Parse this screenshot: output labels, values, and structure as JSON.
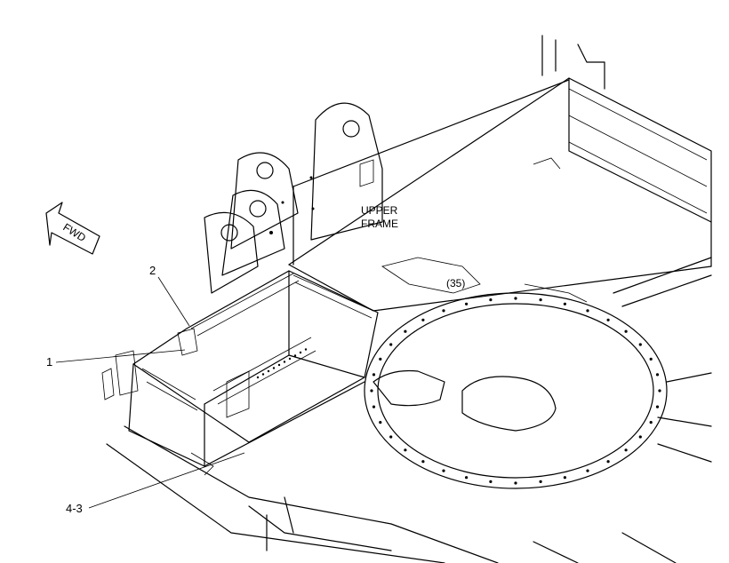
{
  "figure": {
    "frame_label_line1": "UPPER",
    "frame_label_line2": "FRAME",
    "direction_label": "FWD",
    "small_label": "(35)",
    "callouts": [
      {
        "id": "callout-1",
        "label": "1"
      },
      {
        "id": "callout-2",
        "label": "2"
      },
      {
        "id": "callout-4-3",
        "label": "4-3"
      }
    ]
  },
  "colors": {
    "line": "#000000",
    "background": "#ffffff"
  }
}
